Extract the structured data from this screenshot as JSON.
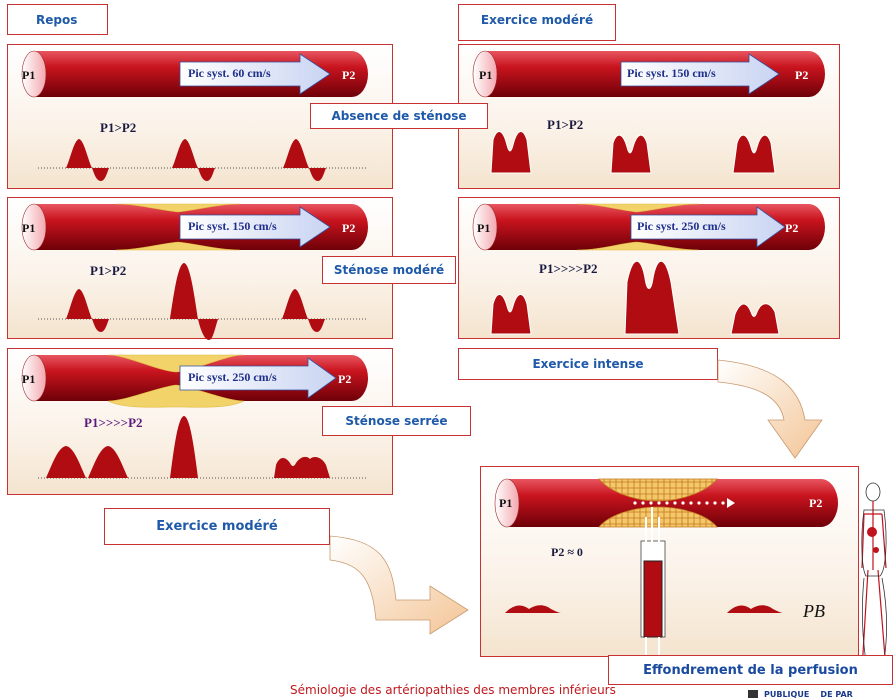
{
  "labels": {
    "repos": "Repos",
    "exercice_modere_top": "Exercice modéré",
    "absence_stenose": "Absence de sténose",
    "stenose_moderee": "Sténose modéré",
    "stenose_serree": "Sténose serrée",
    "exercice_intense": "Exercice intense",
    "exercice_modere_bottom": "Exercice modéré",
    "effondrement": "Effondrement de la perfusion"
  },
  "vessel": {
    "p1": "P1",
    "p2": "P2"
  },
  "panels": [
    {
      "id": "rest-normal",
      "pic": "Pic syst. 60 cm/s",
      "pressure": "P1>P2"
    },
    {
      "id": "exercise-normal",
      "pic": "Pic syst. 150 cm/s",
      "pressure": "P1>P2"
    },
    {
      "id": "rest-moderate",
      "pic": "Pic syst. 150 cm/s",
      "pressure": "P1>P2"
    },
    {
      "id": "exercise-moderate",
      "pic": "Pic syst. 250 cm/s",
      "pressure": "P1>>>>P2"
    },
    {
      "id": "rest-severe",
      "pic": "Pic syst. 250 cm/s",
      "pressure": "P1>>>>P2"
    }
  ],
  "collapse": {
    "pressure": "P2 ≈ 0",
    "signature": "PB"
  },
  "footer": "Sémiologie des artériopathies des membres inférieurs",
  "logo_text": "PUBLIQUE    DE PAR",
  "colors": {
    "border": "#c83232",
    "label_text": "#1f5aa8",
    "vessel": "#c0121c",
    "waveform": "#b00c12",
    "plaque": "#f2d36a",
    "arrow": "#f5d4b0"
  }
}
